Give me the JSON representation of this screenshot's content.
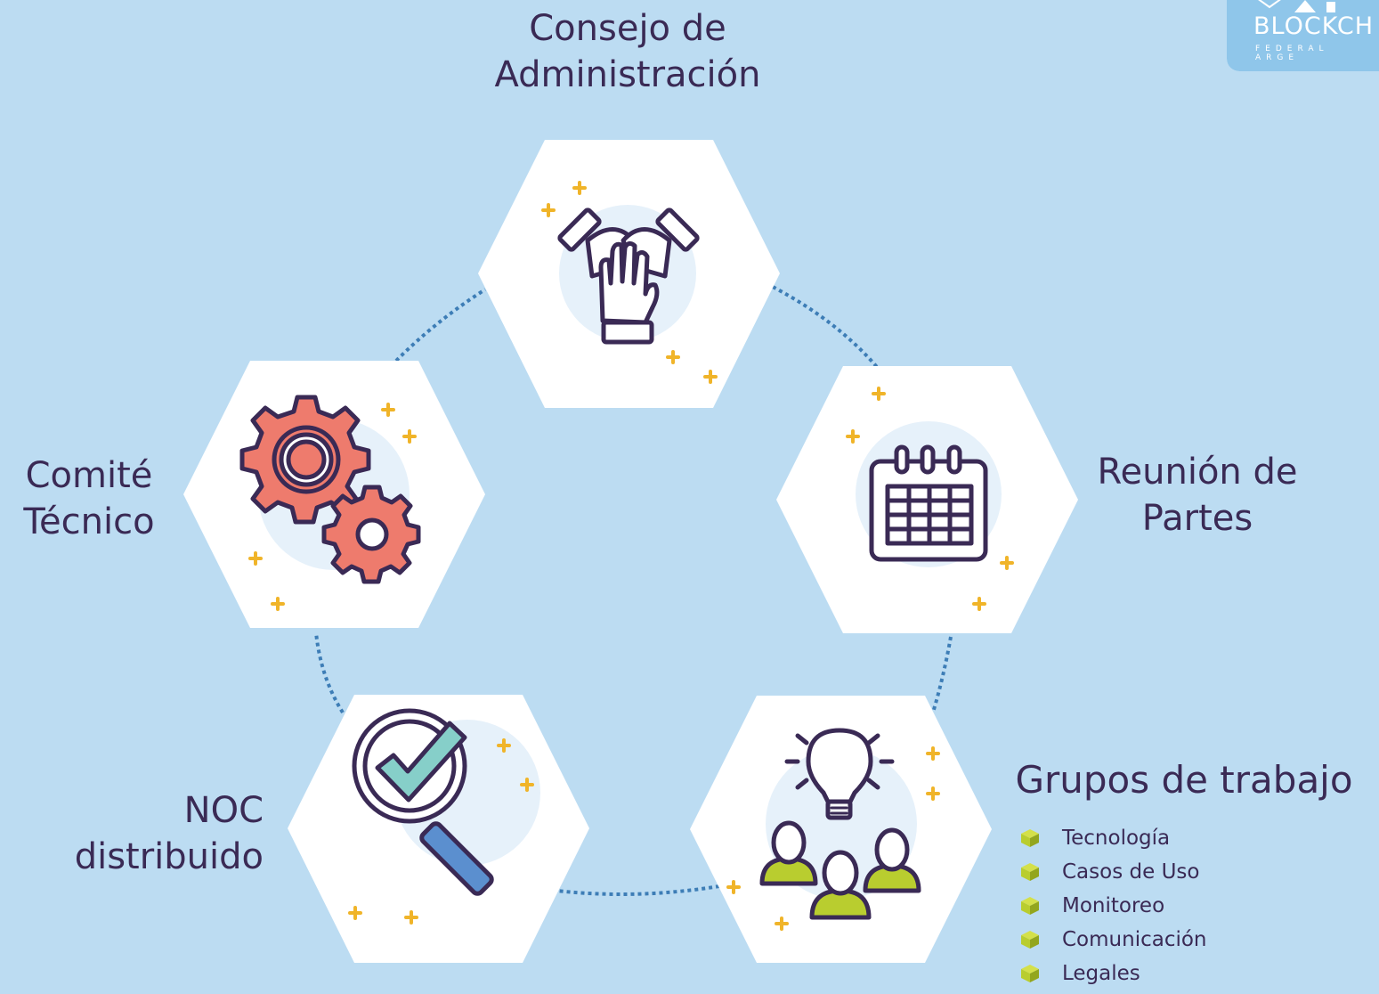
{
  "nodes": {
    "consejo": {
      "lines": [
        "Consejo de",
        "Administración"
      ],
      "icon": "handshake-icon"
    },
    "reunion": {
      "lines": [
        "Reunión de",
        "Partes"
      ],
      "icon": "calendar-icon"
    },
    "grupos": {
      "lines": [
        "Grupos de trabajo"
      ],
      "icon": "ideas-team-icon",
      "items": [
        "Tecnología",
        "Casos de Uso",
        "Monitoreo",
        "Comunicación",
        "Legales"
      ]
    },
    "noc": {
      "lines": [
        "NOC",
        "distribuido"
      ],
      "icon": "magnifier-check-icon"
    },
    "comite": {
      "lines": [
        "Comité",
        "Técnico"
      ],
      "icon": "gears-icon"
    }
  },
  "logo": {
    "word": "BLOCKCH",
    "sub": "FEDERAL ARGE"
  },
  "colors": {
    "background": "#bcdcf2",
    "hexagon": "#ffffff",
    "icon_circle": "#e6f1fa",
    "outline": "#3a2a55",
    "gear": "#ee7b6d",
    "accent_green": "#b9cd2f",
    "sparkle": "#f0b429",
    "connector": "#3d7db6",
    "handle_blue": "#5b8fcf",
    "check_teal": "#86cfc9"
  }
}
